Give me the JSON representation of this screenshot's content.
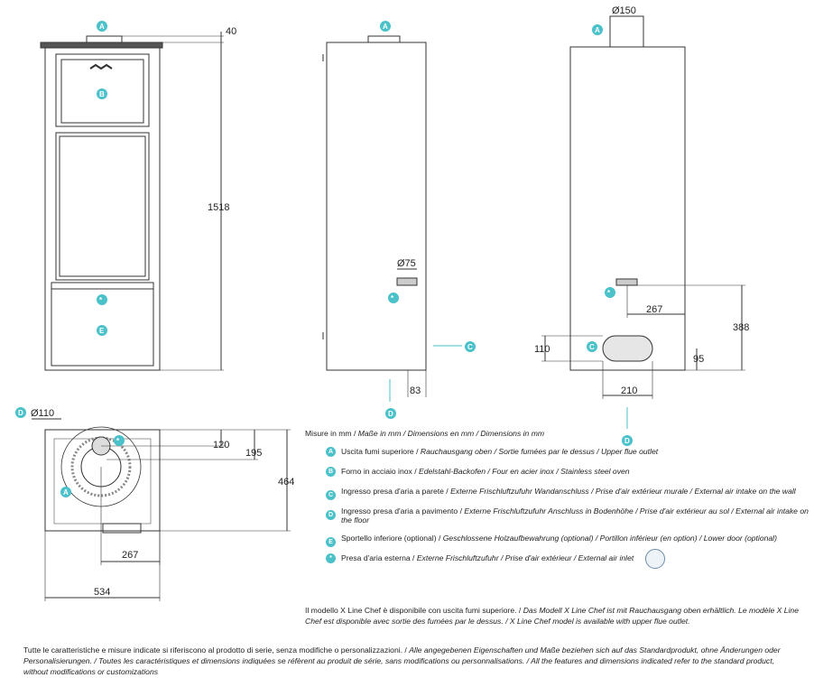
{
  "dimensions": {
    "front_top_offset": "40",
    "height": "1518",
    "side_air_inlet_diameter": "Ø75",
    "side_depth_offset": "83",
    "back_flue_diameter": "Ø150",
    "back_inlet_offset": "267",
    "back_inlet_height": "388",
    "back_oval_height": "110",
    "back_oval_bottom": "95",
    "back_oval_width": "210",
    "top_flue_diameter": "Ø110",
    "top_120": "120",
    "top_195": "195",
    "top_depth": "464",
    "top_267": "267",
    "top_width": "534"
  },
  "markers": {
    "A": "A",
    "B": "B",
    "C": "C",
    "D": "D",
    "E": "E",
    "star": "*"
  },
  "legend": {
    "units": {
      "it": "Misure in mm / ",
      "rest": "Maße in mm / Dimensions en mm / Dimensions in mm"
    },
    "items": [
      {
        "key": "A",
        "it": "Uscita fumi superiore / ",
        "rest": "Rauchausgang oben  / Sortie fumées par le dessus / Upper flue outlet"
      },
      {
        "key": "B",
        "it": "Forno in acciaio inox / ",
        "rest": "Edelstahl-Backofen / Four en acier inox / Stainless steel oven"
      },
      {
        "key": "C",
        "it": "Ingresso presa d'aria a parete / ",
        "rest": "Externe Frischluftzufuhr Wandanschluss / Prise d'air extérieur murale / External air intake on the wall"
      },
      {
        "key": "D",
        "it": "Ingresso presa d'aria a pavimento / ",
        "rest": "Externe Frischluftzufuhr Anschluss in Bodenhöhe / Prise d'air extérieur au sol  / External air intake on the floor"
      },
      {
        "key": "E",
        "it": "Sportello inferiore (optional) / ",
        "rest": "Geschlossene Holzaufbewahrung (optional) / Portillon inférieur (en option) / Lower door (optional)"
      },
      {
        "key": "*",
        "it": "Presa d'aria esterna / ",
        "rest": "Externe Frischluftzufuhr / Prise d'air extérieur / External air inlet"
      }
    ]
  },
  "note": {
    "it": "Il modello X Line Chef è disponibile con uscita fumi superiore. / ",
    "rest": "Das Modell X Line Chef ist mit Rauchausgang oben erhältlich. Le modèle X Line Chef est disponible avec sortie des fumées par le dessus. / X Line Chef model is available with upper flue outlet."
  },
  "footer": {
    "it": "Tutte le caratteristiche e misure indicate si riferiscono al prodotto di serie, senza modifiche o personalizzazioni. / ",
    "rest": "Alle angegebenen Eigenschaften und Maße beziehen sich auf das Standardprodukt, ohne Änderungen oder Personalisierungen. / Toutes les caractéristiques et dimensions indiquées se réfèrent au produit de série, sans modifications ou personnalisations. / All the features and dimensions indicated refer to the standard product, without modifications or customizations"
  },
  "colors": {
    "accent": "#4bc1c9",
    "line": "#333333"
  }
}
